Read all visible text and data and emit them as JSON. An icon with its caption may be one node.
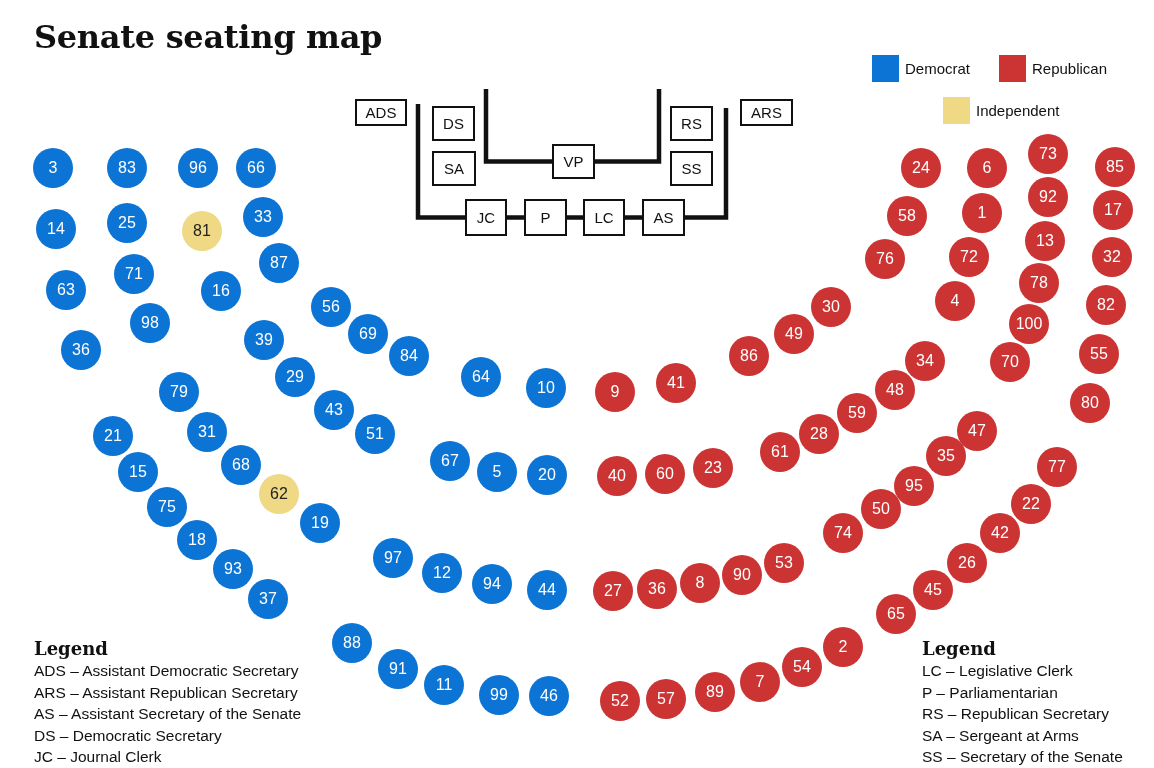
{
  "diagram": {
    "title": "Senate seating map",
    "nodes": [
      {
        "text": [
          "ADS"
        ]
      },
      {
        "text": [
          "DS"
        ]
      },
      {
        "text": [
          "SA"
        ]
      },
      {
        "text": [
          "VP"
        ]
      },
      {
        "text": [
          "RS"
        ]
      },
      {
        "text": [
          "SS"
        ]
      },
      {
        "text": [
          "ARS"
        ]
      },
      {
        "text": [
          "JC"
        ]
      },
      {
        "text": [
          "P"
        ]
      },
      {
        "text": [
          "LC"
        ]
      },
      {
        "text": [
          "AS"
        ]
      },
      {
        "text": [
          "3"
        ]
      },
      {
        "text": [
          "83"
        ]
      },
      {
        "text": [
          "96"
        ]
      },
      {
        "text": [
          "66"
        ]
      },
      {
        "text": [
          "14"
        ]
      },
      {
        "text": [
          "25"
        ]
      },
      {
        "text": [
          "81"
        ]
      },
      {
        "text": [
          "33"
        ]
      },
      {
        "text": [
          "87"
        ]
      },
      {
        "text": [
          "71"
        ]
      },
      {
        "text": [
          "63"
        ]
      },
      {
        "text": [
          "16"
        ]
      },
      {
        "text": [
          "98"
        ]
      },
      {
        "text": [
          "36"
        ]
      },
      {
        "text": [
          "56"
        ]
      },
      {
        "text": [
          "69"
        ]
      },
      {
        "text": [
          "84"
        ]
      },
      {
        "text": [
          "39"
        ]
      },
      {
        "text": [
          "29"
        ]
      },
      {
        "text": [
          "43"
        ]
      },
      {
        "text": [
          "51"
        ]
      },
      {
        "text": [
          "79"
        ]
      },
      {
        "text": [
          "31"
        ]
      },
      {
        "text": [
          "21"
        ]
      },
      {
        "text": [
          "15"
        ]
      },
      {
        "text": [
          "68"
        ]
      },
      {
        "text": [
          "62"
        ]
      },
      {
        "text": [
          "19"
        ]
      },
      {
        "text": [
          "75"
        ]
      },
      {
        "text": [
          "18"
        ]
      },
      {
        "text": [
          "93"
        ]
      },
      {
        "text": [
          "37"
        ]
      },
      {
        "text": [
          "64"
        ]
      },
      {
        "text": [
          "10"
        ]
      },
      {
        "text": [
          "67"
        ]
      },
      {
        "text": [
          "5"
        ]
      },
      {
        "text": [
          "20"
        ]
      },
      {
        "text": [
          "97"
        ]
      },
      {
        "text": [
          "12"
        ]
      },
      {
        "text": [
          "94"
        ]
      },
      {
        "text": [
          "44"
        ]
      },
      {
        "text": [
          "88"
        ]
      },
      {
        "text": [
          "91"
        ]
      },
      {
        "text": [
          "11"
        ]
      },
      {
        "text": [
          "99"
        ]
      },
      {
        "text": [
          "46"
        ]
      },
      {
        "text": [
          "24"
        ]
      },
      {
        "text": [
          "6"
        ]
      },
      {
        "text": [
          "73"
        ]
      },
      {
        "text": [
          "85"
        ]
      },
      {
        "text": [
          "58"
        ]
      },
      {
        "text": [
          "1"
        ]
      },
      {
        "text": [
          "92"
        ]
      },
      {
        "text": [
          "17"
        ]
      },
      {
        "text": [
          "76"
        ]
      },
      {
        "text": [
          "72"
        ]
      },
      {
        "text": [
          "13"
        ]
      },
      {
        "text": [
          "32"
        ]
      },
      {
        "text": [
          "78"
        ]
      },
      {
        "text": [
          "4"
        ]
      },
      {
        "text": [
          "82"
        ]
      },
      {
        "text": [
          "30"
        ]
      },
      {
        "text": [
          "100"
        ]
      },
      {
        "text": [
          "49"
        ]
      },
      {
        "text": [
          "86"
        ]
      },
      {
        "text": [
          "34"
        ]
      },
      {
        "text": [
          "70"
        ]
      },
      {
        "text": [
          "55"
        ]
      },
      {
        "text": [
          "9"
        ]
      },
      {
        "text": [
          "41"
        ]
      },
      {
        "text": [
          "48"
        ]
      },
      {
        "text": [
          "80"
        ]
      },
      {
        "text": [
          "59"
        ]
      },
      {
        "text": [
          "47"
        ]
      },
      {
        "text": [
          "28"
        ]
      },
      {
        "text": [
          "61"
        ]
      },
      {
        "text": [
          "40"
        ]
      },
      {
        "text": [
          "60"
        ]
      },
      {
        "text": [
          "23"
        ]
      },
      {
        "text": [
          "35"
        ]
      },
      {
        "text": [
          "95"
        ]
      },
      {
        "text": [
          "77"
        ]
      },
      {
        "text": [
          "22"
        ]
      },
      {
        "text": [
          "50"
        ]
      },
      {
        "text": [
          "42"
        ]
      },
      {
        "text": [
          "74"
        ]
      },
      {
        "text": [
          "26"
        ]
      },
      {
        "text": [
          "53"
        ]
      },
      {
        "text": [
          "90"
        ]
      },
      {
        "text": [
          "8"
        ]
      },
      {
        "text": [
          "36"
        ]
      },
      {
        "text": [
          "27"
        ]
      },
      {
        "text": [
          "45"
        ]
      },
      {
        "text": [
          "65"
        ]
      },
      {
        "text": [
          "2"
        ]
      },
      {
        "text": [
          "54"
        ]
      },
      {
        "text": [
          "7"
        ]
      },
      {
        "text": [
          "89"
        ]
      },
      {
        "text": [
          "57"
        ]
      },
      {
        "text": [
          "52"
        ]
      }
    ],
    "edges": [
      {
        "from": 7,
        "to": 8,
        "arrow": "none"
      },
      {
        "from": 8,
        "to": 9,
        "arrow": "none"
      },
      {
        "from": 9,
        "to": 10,
        "arrow": "none"
      }
    ],
    "labels": [
      "Legend",
      "ADS – Assistant Democratic Secretary",
      "ARS – Assistant Republican Secretary",
      "AS – Assistant Secretary of the Senate",
      "DS – Democratic Secretary",
      "JC – Journal Clerk",
      "Legend",
      "LC – Legislative Clerk",
      "P – Parliamentarian",
      "RS – Republican Secretary",
      "SA – Sergeant at Arms",
      "SS – Secretary of the Senate"
    ],
    "legend": [
      {
        "text": "Democrat",
        "color": "#0b74d4"
      },
      {
        "text": "Republican",
        "color": "#cc3333"
      },
      {
        "text": "Independent",
        "color": "#efd985"
      }
    ]
  }
}
